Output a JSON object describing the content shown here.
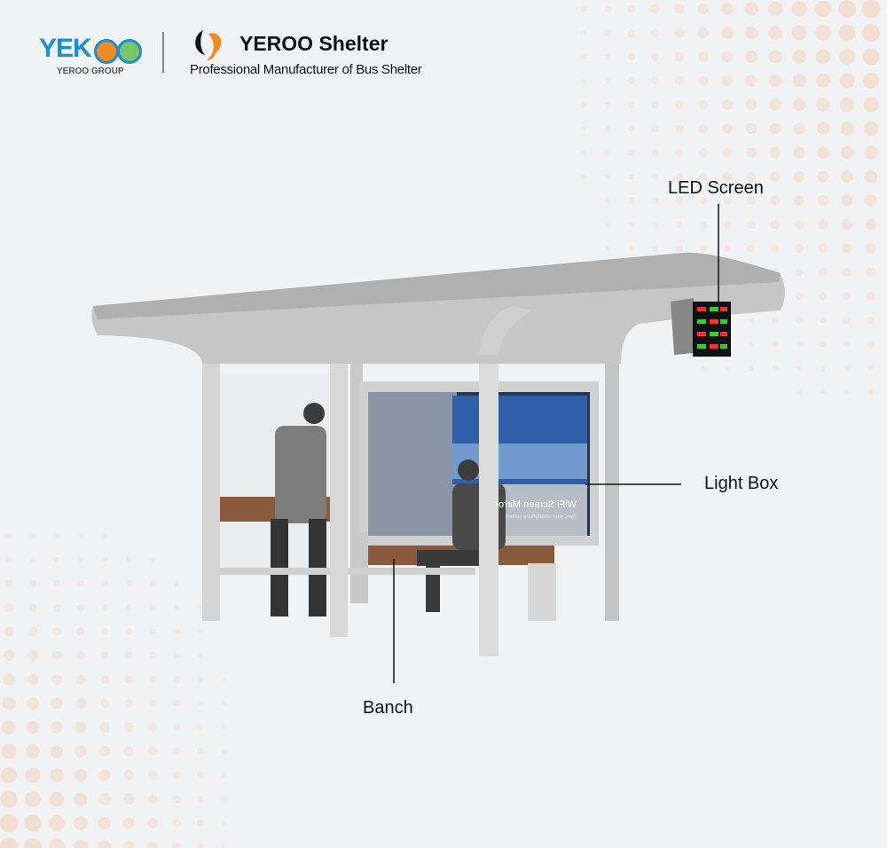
{
  "logo_left": {
    "text": "YEKOO",
    "yek": "YEK",
    "subtitle": "YEROO GROUP"
  },
  "brand": {
    "title": "YEROO Shelter",
    "subtitle": "Professional Manufacturer of Bus Shelter"
  },
  "callouts": {
    "led_screen": "LED Screen",
    "light_box": "Light Box",
    "bench": "Banch"
  },
  "lightbox_ad": {
    "headline": "WiFi Screen Mirror",
    "subline": "Sync your smartphone screen"
  },
  "colors": {
    "logo_blue": "#1b8fd0",
    "logo_orange": "#f08a24",
    "logo_green": "#7cc46a",
    "dots": "#f3d9c8"
  }
}
